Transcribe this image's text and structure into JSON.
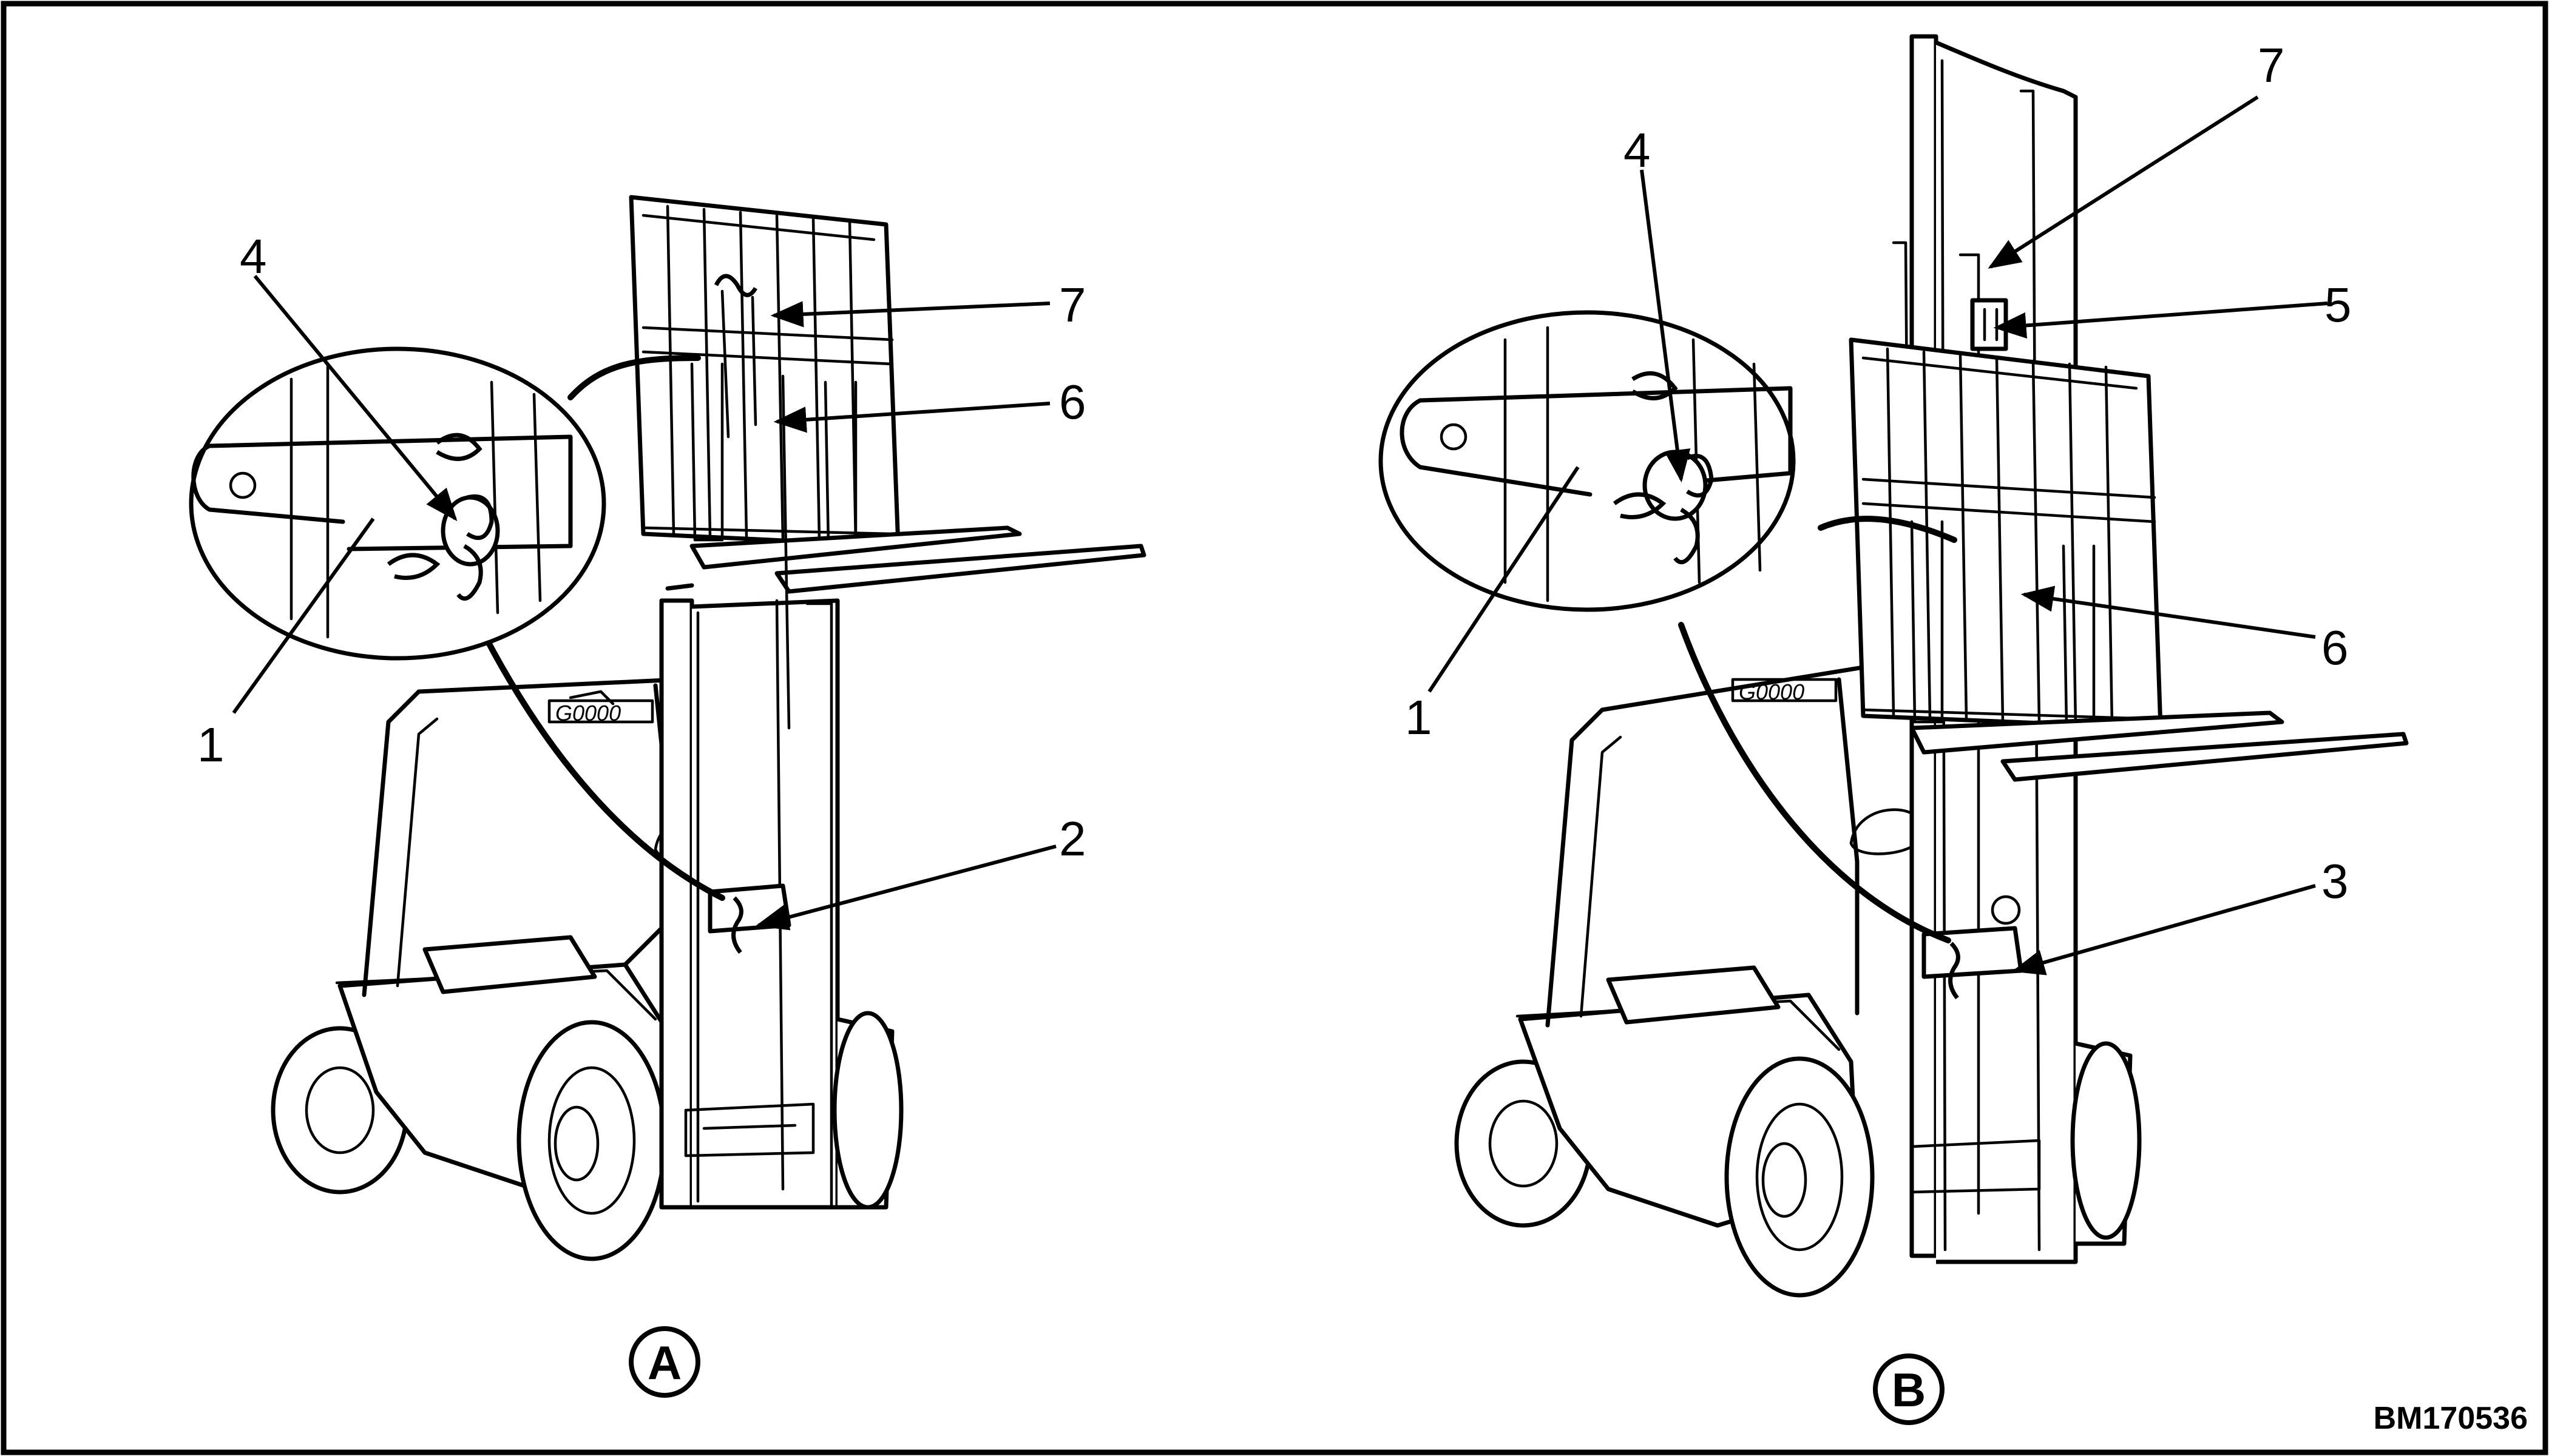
{
  "figure": {
    "code": "BM170536",
    "view_a": {
      "badge": "A",
      "callouts": {
        "c1": "1",
        "c2": "2",
        "c4": "4",
        "c6": "6",
        "c7": "7"
      }
    },
    "view_b": {
      "badge": "B",
      "callouts": {
        "c1": "1",
        "c3": "3",
        "c4": "4",
        "c5": "5",
        "c6": "6",
        "c7": "7"
      }
    }
  }
}
